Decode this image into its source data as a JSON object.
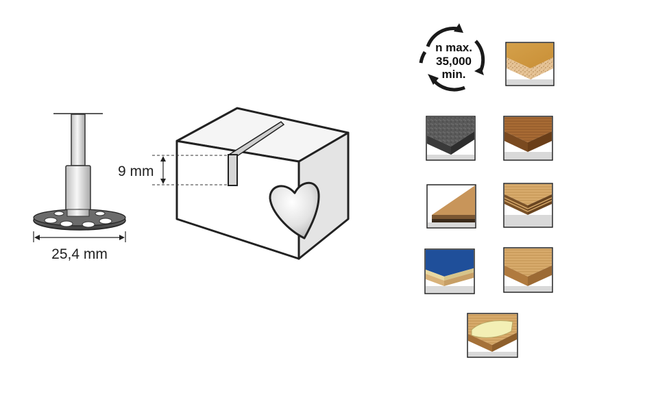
{
  "speed": {
    "line1": "n max.",
    "line2": "35,000",
    "line3": "min."
  },
  "tool": {
    "diameter_label": "25,4 mm"
  },
  "block": {
    "depth_label": "9 mm"
  },
  "materials": [
    {
      "name": "softwood-icon"
    },
    {
      "name": "stone-icon"
    },
    {
      "name": "hardwood-icon"
    },
    {
      "name": "laminate-icon"
    },
    {
      "name": "plywood-icon"
    },
    {
      "name": "laminated-board-icon"
    },
    {
      "name": "solid-wood-icon"
    },
    {
      "name": "veneer-icon"
    }
  ]
}
